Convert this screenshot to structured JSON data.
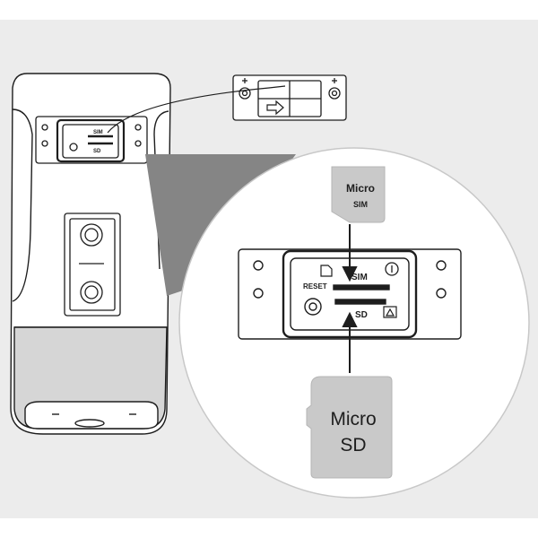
{
  "background_color": "#ececec",
  "canvas_color": "#ffffff",
  "line_color": "#1e1e1e",
  "card_color": "#c9c9c9",
  "labels": {
    "micro_sim_line1": "Micro",
    "micro_sim_line2": "SIM",
    "micro_sd_line1": "Micro",
    "micro_sd_line2": "SD",
    "slot_sim": "SIM",
    "slot_sd": "SD",
    "reset": "RESET",
    "small_sim": "SIM",
    "small_sd": "SD"
  },
  "icons": [
    "arrow-right-icon",
    "info-icon",
    "triangle-warning-icon",
    "card-icon"
  ]
}
